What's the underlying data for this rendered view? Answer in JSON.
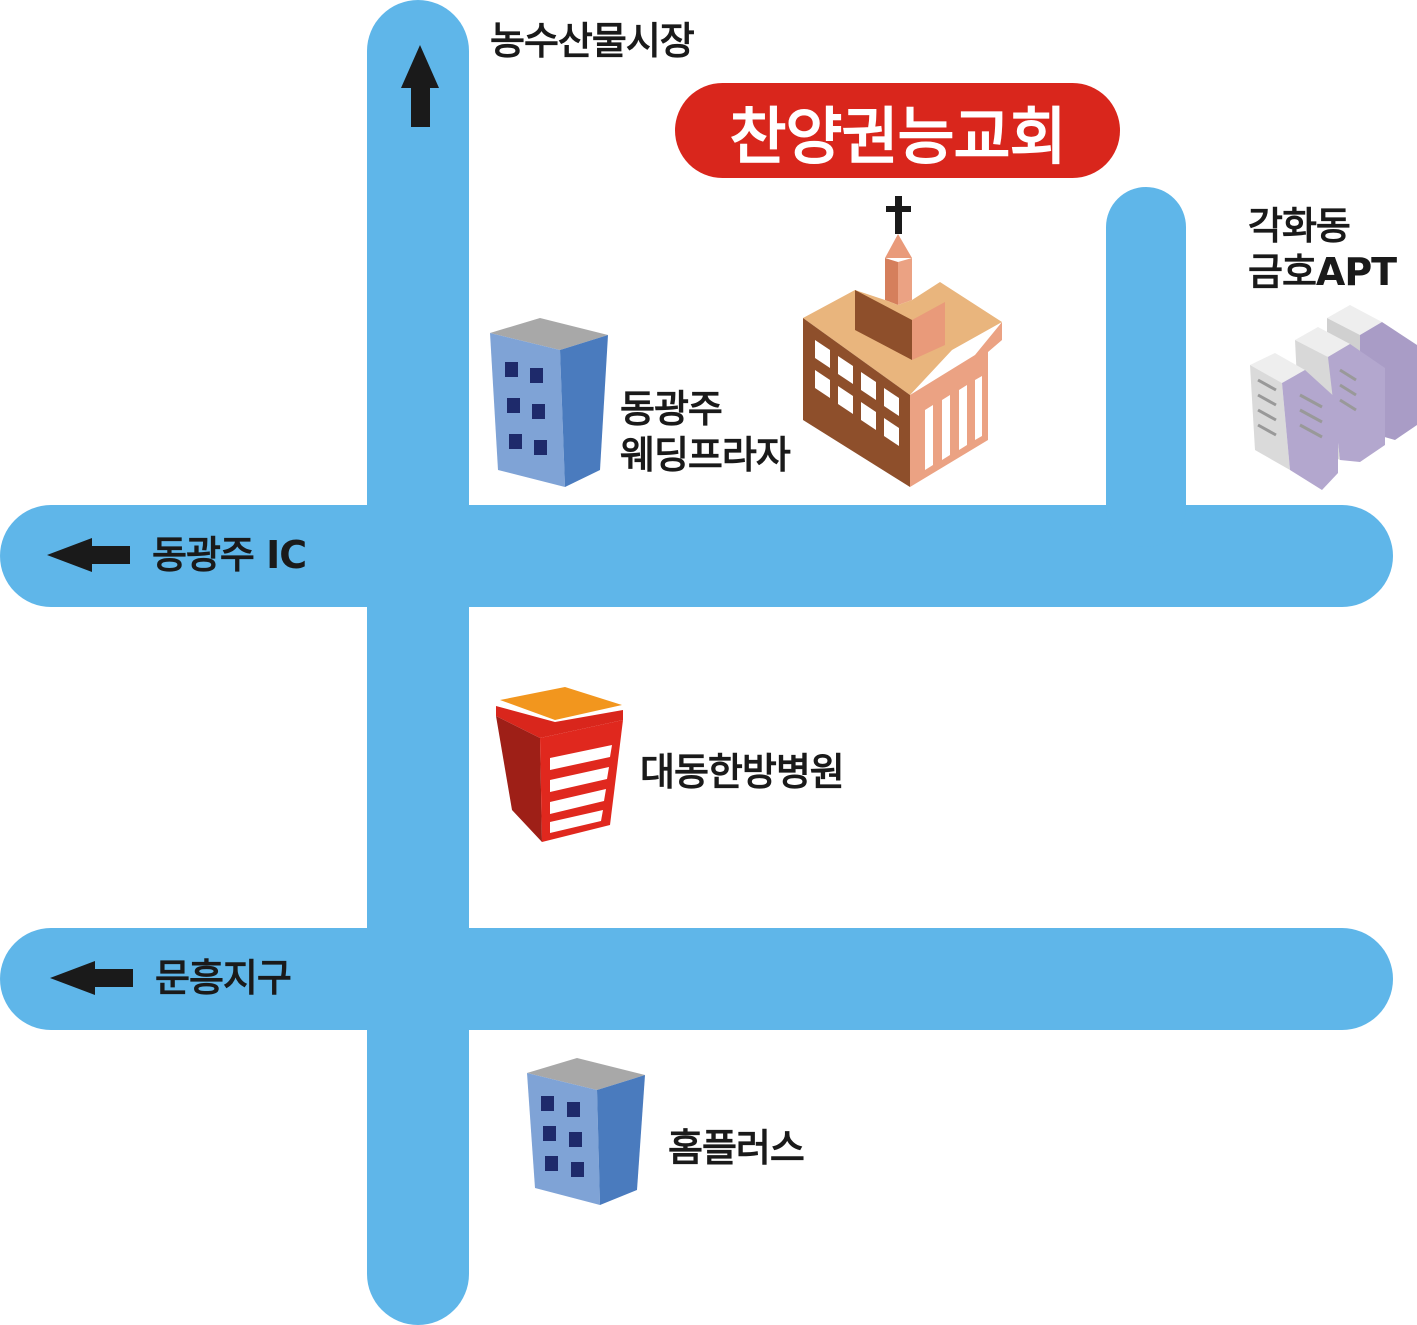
{
  "title": "찬양권능교회",
  "colors": {
    "road": "#5FB6E9",
    "accent": "#D9261C",
    "arrow": "#1a1a1a"
  },
  "roads": {
    "north": "농수산물시장",
    "west_upper": "동광주 IC",
    "west_lower": "문흥지구"
  },
  "landmarks": {
    "wedding_line1": "동광주",
    "wedding_line2": "웨딩프라자",
    "hospital": "대동한방병원",
    "homeplus": "홈플러스",
    "apt_line1": "각화동",
    "apt_line2": "금호APT"
  }
}
